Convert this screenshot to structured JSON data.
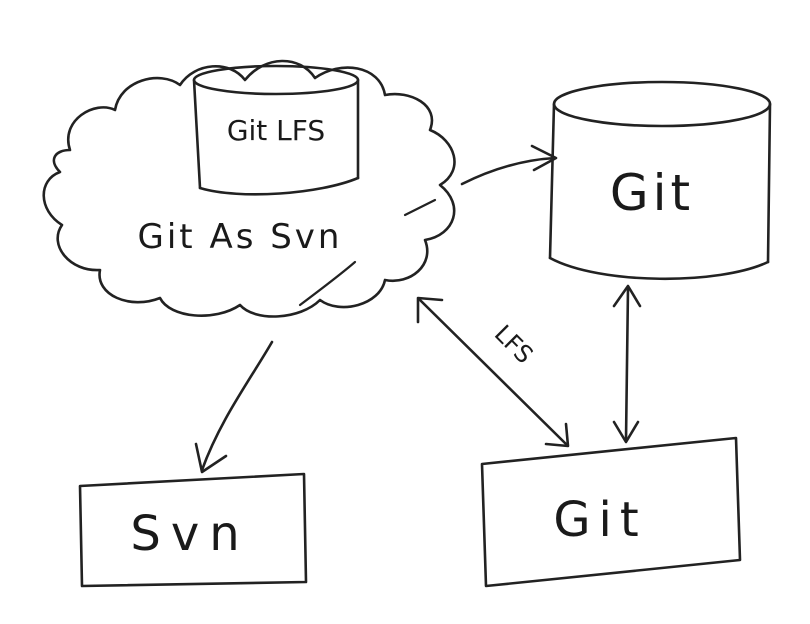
{
  "nodes": {
    "git_lfs_store": {
      "label": "Git LFS"
    },
    "git_as_svn": {
      "label": "Git As Svn"
    },
    "git_repo": {
      "label": "Git"
    },
    "svn_client": {
      "label": "Svn"
    },
    "git_client": {
      "label": "Git"
    }
  },
  "edges": {
    "lfs_link": {
      "label": "LFS"
    }
  },
  "colors": {
    "ink": "#222222",
    "background": "#ffffff"
  }
}
